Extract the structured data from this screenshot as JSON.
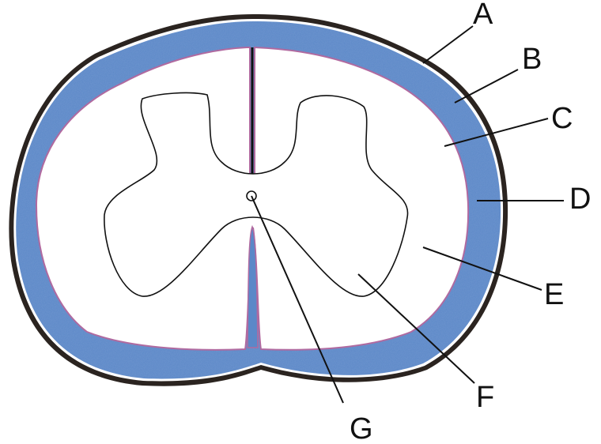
{
  "diagram": {
    "subject": "Spinal cord cross-section",
    "colors": {
      "outer_membrane": "#2b2420",
      "meningeal_layer": "#5b88c8",
      "pia_line": "#b06aa0",
      "white_matter": "#ffffff",
      "outline": "#111111"
    },
    "labels": [
      {
        "id": "A",
        "text": "A"
      },
      {
        "id": "B",
        "text": "B"
      },
      {
        "id": "C",
        "text": "C"
      },
      {
        "id": "D",
        "text": "D"
      },
      {
        "id": "E",
        "text": "E"
      },
      {
        "id": "F",
        "text": "F"
      },
      {
        "id": "G",
        "text": "G"
      }
    ]
  }
}
